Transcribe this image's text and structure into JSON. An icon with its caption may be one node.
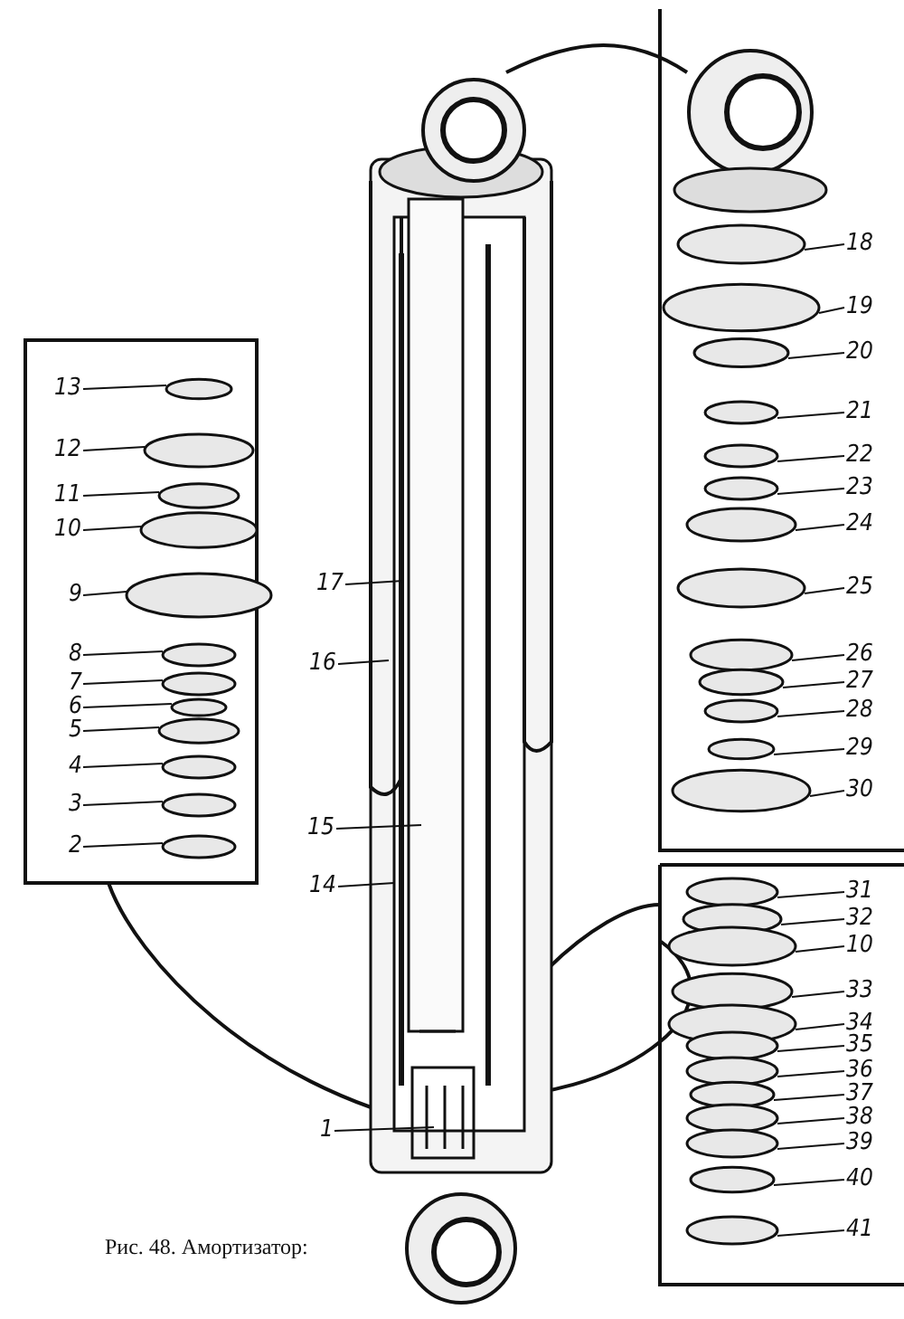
{
  "diagram": {
    "caption": "Рис. 48. Амортизатор:",
    "nodes": [
      {
        "text": [
          "13"
        ]
      },
      {
        "text": [
          "12"
        ]
      },
      {
        "text": [
          "11"
        ]
      },
      {
        "text": [
          "10"
        ]
      },
      {
        "text": [
          "9"
        ]
      },
      {
        "text": [
          "8"
        ]
      },
      {
        "text": [
          "7"
        ]
      },
      {
        "text": [
          "6"
        ]
      },
      {
        "text": [
          "5"
        ]
      },
      {
        "text": [
          "4"
        ]
      },
      {
        "text": [
          "3"
        ]
      },
      {
        "text": [
          "2"
        ]
      },
      {
        "text": [
          "17"
        ]
      },
      {
        "text": [
          "16"
        ]
      },
      {
        "text": [
          "15"
        ]
      },
      {
        "text": [
          "14"
        ]
      },
      {
        "text": [
          "1"
        ]
      },
      {
        "text": [
          "18"
        ]
      },
      {
        "text": [
          "19"
        ]
      },
      {
        "text": [
          "20"
        ]
      },
      {
        "text": [
          "21"
        ]
      },
      {
        "text": [
          "22"
        ]
      },
      {
        "text": [
          "23"
        ]
      },
      {
        "text": [
          "24"
        ]
      },
      {
        "text": [
          "25"
        ]
      },
      {
        "text": [
          "26"
        ]
      },
      {
        "text": [
          "27"
        ]
      },
      {
        "text": [
          "28"
        ]
      },
      {
        "text": [
          "29"
        ]
      },
      {
        "text": [
          "30"
        ]
      },
      {
        "text": [
          "31"
        ]
      },
      {
        "text": [
          "32"
        ]
      },
      {
        "text": [
          "10"
        ]
      },
      {
        "text": [
          "33"
        ]
      },
      {
        "text": [
          "34"
        ]
      },
      {
        "text": [
          "35"
        ]
      },
      {
        "text": [
          "36"
        ]
      },
      {
        "text": [
          "37"
        ]
      },
      {
        "text": [
          "38"
        ]
      },
      {
        "text": [
          "39"
        ]
      },
      {
        "text": [
          "40"
        ]
      },
      {
        "text": [
          "41"
        ]
      }
    ],
    "edges": [
      {
        "from": 0,
        "to": null,
        "arrow": "none"
      },
      {
        "from": 1,
        "to": null,
        "arrow": "none"
      },
      {
        "from": 2,
        "to": null,
        "arrow": "none"
      },
      {
        "from": 3,
        "to": null,
        "arrow": "none"
      },
      {
        "from": 4,
        "to": null,
        "arrow": "none"
      },
      {
        "from": 5,
        "to": null,
        "arrow": "none"
      },
      {
        "from": 6,
        "to": null,
        "arrow": "none"
      },
      {
        "from": 7,
        "to": null,
        "arrow": "none"
      },
      {
        "from": 8,
        "to": null,
        "arrow": "none"
      },
      {
        "from": 9,
        "to": null,
        "arrow": "none"
      },
      {
        "from": 10,
        "to": null,
        "arrow": "none"
      },
      {
        "from": 11,
        "to": null,
        "arrow": "none"
      },
      {
        "from": 12,
        "to": null,
        "arrow": "none"
      },
      {
        "from": 13,
        "to": null,
        "arrow": "none"
      },
      {
        "from": 14,
        "to": null,
        "arrow": "none"
      },
      {
        "from": 15,
        "to": null,
        "arrow": "none"
      },
      {
        "from": 16,
        "to": null,
        "arrow": "none"
      },
      {
        "from": 17,
        "to": null,
        "arrow": "none"
      },
      {
        "from": 18,
        "to": null,
        "arrow": "none"
      },
      {
        "from": 19,
        "to": null,
        "arrow": "none"
      },
      {
        "from": 20,
        "to": null,
        "arrow": "none"
      },
      {
        "from": 21,
        "to": null,
        "arrow": "none"
      },
      {
        "from": 22,
        "to": null,
        "arrow": "none"
      },
      {
        "from": 23,
        "to": null,
        "arrow": "none"
      },
      {
        "from": 24,
        "to": null,
        "arrow": "none"
      },
      {
        "from": 25,
        "to": null,
        "arrow": "none"
      },
      {
        "from": 26,
        "to": null,
        "arrow": "none"
      },
      {
        "from": 27,
        "to": null,
        "arrow": "none"
      },
      {
        "from": 28,
        "to": null,
        "arrow": "none"
      },
      {
        "from": 29,
        "to": null,
        "arrow": "none"
      },
      {
        "from": 30,
        "to": null,
        "arrow": "none"
      },
      {
        "from": 31,
        "to": null,
        "arrow": "none"
      },
      {
        "from": 32,
        "to": null,
        "arrow": "none"
      },
      {
        "from": 33,
        "to": null,
        "arrow": "none"
      },
      {
        "from": 34,
        "to": null,
        "arrow": "none"
      },
      {
        "from": 35,
        "to": null,
        "arrow": "none"
      },
      {
        "from": 36,
        "to": null,
        "arrow": "none"
      },
      {
        "from": 37,
        "to": null,
        "arrow": "none"
      },
      {
        "from": 38,
        "to": null,
        "arrow": "none"
      },
      {
        "from": 39,
        "to": null,
        "arrow": "none"
      },
      {
        "from": 40,
        "to": null,
        "arrow": "none"
      },
      {
        "from": 41,
        "to": null,
        "arrow": "none"
      }
    ]
  }
}
